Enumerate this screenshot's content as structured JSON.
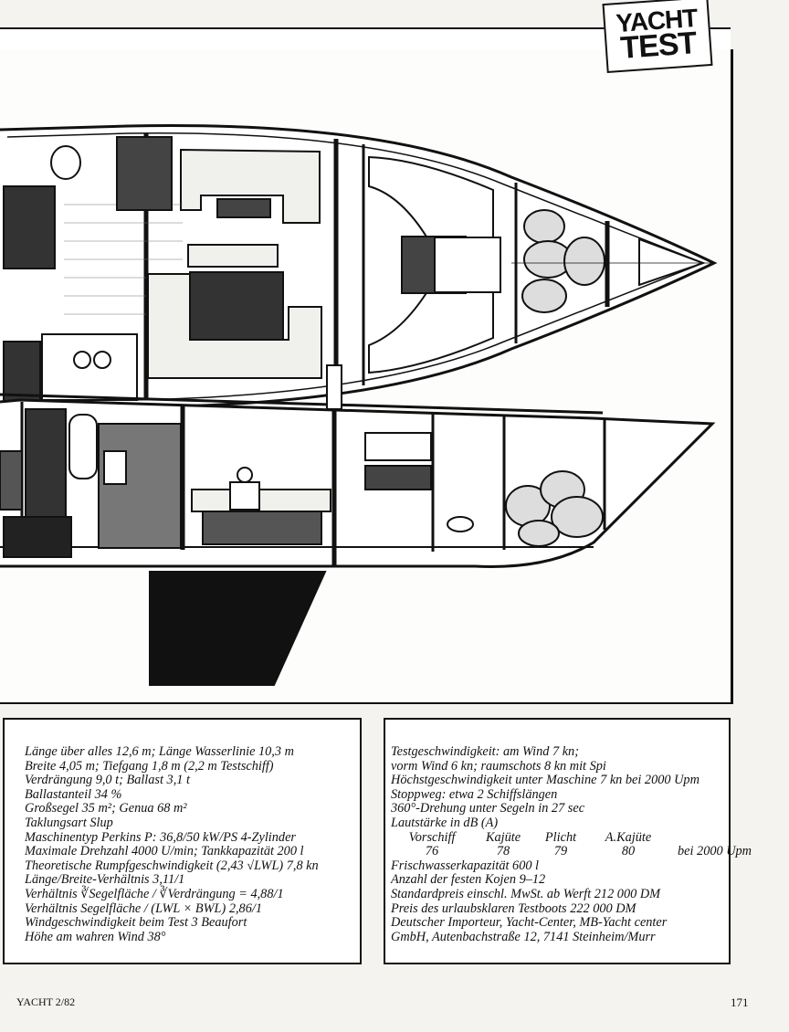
{
  "logo": {
    "line1": "YACHT",
    "line2": "TEST"
  },
  "specs_left": [
    "Länge über alles 12,6 m; Länge Wasserlinie 10,3 m",
    "Breite 4,05 m; Tiefgang 1,8 m (2,2 m Testschiff)",
    "Verdrängung 9,0 t; Ballast 3,1 t",
    "Ballastanteil 34 %",
    "Großsegel 35 m²; Genua 68 m²",
    "Taklungsart Slup",
    "Maschinentyp Perkins P: 36,8/50 kW/PS 4-Zylinder",
    "Maximale Drehzahl 4000 U/min; Tankkapazität 200 l",
    "Theoretische Rumpfgeschwindigkeit (2,43 √LWL) 7,8 kn",
    "Länge/Breite-Verhältnis 3,11/1",
    "Verhältnis ∛Segelfläche / ∛Verdrängung = 4,88/1",
    "Verhältnis Segelfläche / (LWL × BWL) 2,86/1",
    "Windgeschwindigkeit beim Test 3 Beaufort",
    "Höhe am wahren Wind 38°"
  ],
  "specs_right_top": [
    "Testgeschwindigkeit: am Wind 7 kn;",
    "vorm Wind 6 kn; raumschots 8 kn mit Spi",
    "Höchstgeschwindigkeit unter Maschine 7 kn bei 2000 Upm",
    "Stoppweg: etwa 2 Schiffslängen",
    "360°-Drehung unter Segeln in 27 sec",
    "Lautstärke in dB (A)"
  ],
  "noise": {
    "headers": [
      "Vorschiff",
      "Kajüte",
      "Plicht",
      "A.Kajüte",
      ""
    ],
    "values": [
      "76",
      "78",
      "79",
      "80",
      "bei 2000 Upm"
    ]
  },
  "specs_right_bottom": [
    "Frischwasserkapazität 600 l",
    "Anzahl der festen Kojen 9–12",
    "Standardpreis einschl. MwSt. ab Werft 212 000 DM",
    "Preis des urlaubsklaren Testboots 222 000 DM",
    "Deutscher Importeur, Yacht-Center, MB-Yacht center",
    "GmbH, Autenbachstraße 12, 7141 Steinheim/Murr"
  ],
  "footer": {
    "left": "YACHT 2/82",
    "page": "171"
  }
}
